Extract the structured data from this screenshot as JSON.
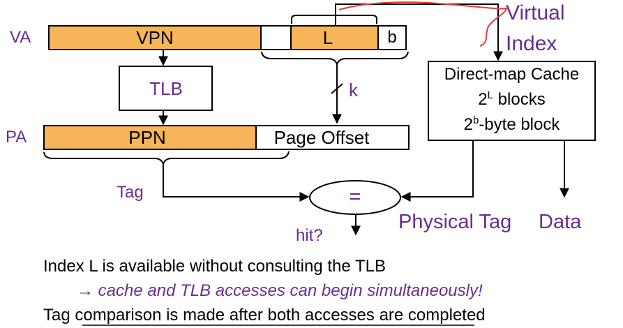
{
  "labels": {
    "va": "VA",
    "vpn": "VPN",
    "l": "L",
    "b": "b",
    "tlb": "TLB",
    "k": "k",
    "pa": "PA",
    "ppn": "PPN",
    "page_offset": "Page Offset",
    "tag": "Tag",
    "equals": "=",
    "hit": "hit?",
    "physical_tag": "Physical Tag",
    "data": "Data",
    "virtual": "Virtual",
    "index": "Index"
  },
  "cache": {
    "title": "Direct-map Cache",
    "blocks_base": "2",
    "blocks_sup": "L",
    "blocks_rest": " blocks",
    "blocksize_base": "2",
    "blocksize_sup": "b",
    "blocksize_rest": "-byte block"
  },
  "notes": {
    "line1": "Index L is available without consulting the TLB",
    "line2": "→ cache and TLB accesses can begin simultaneously!",
    "line3": "Tag comparison is made after both accesses are completed"
  },
  "colors": {
    "orange": "#f6b558",
    "purple": "#6a2c91",
    "red": "#e53b3b"
  }
}
